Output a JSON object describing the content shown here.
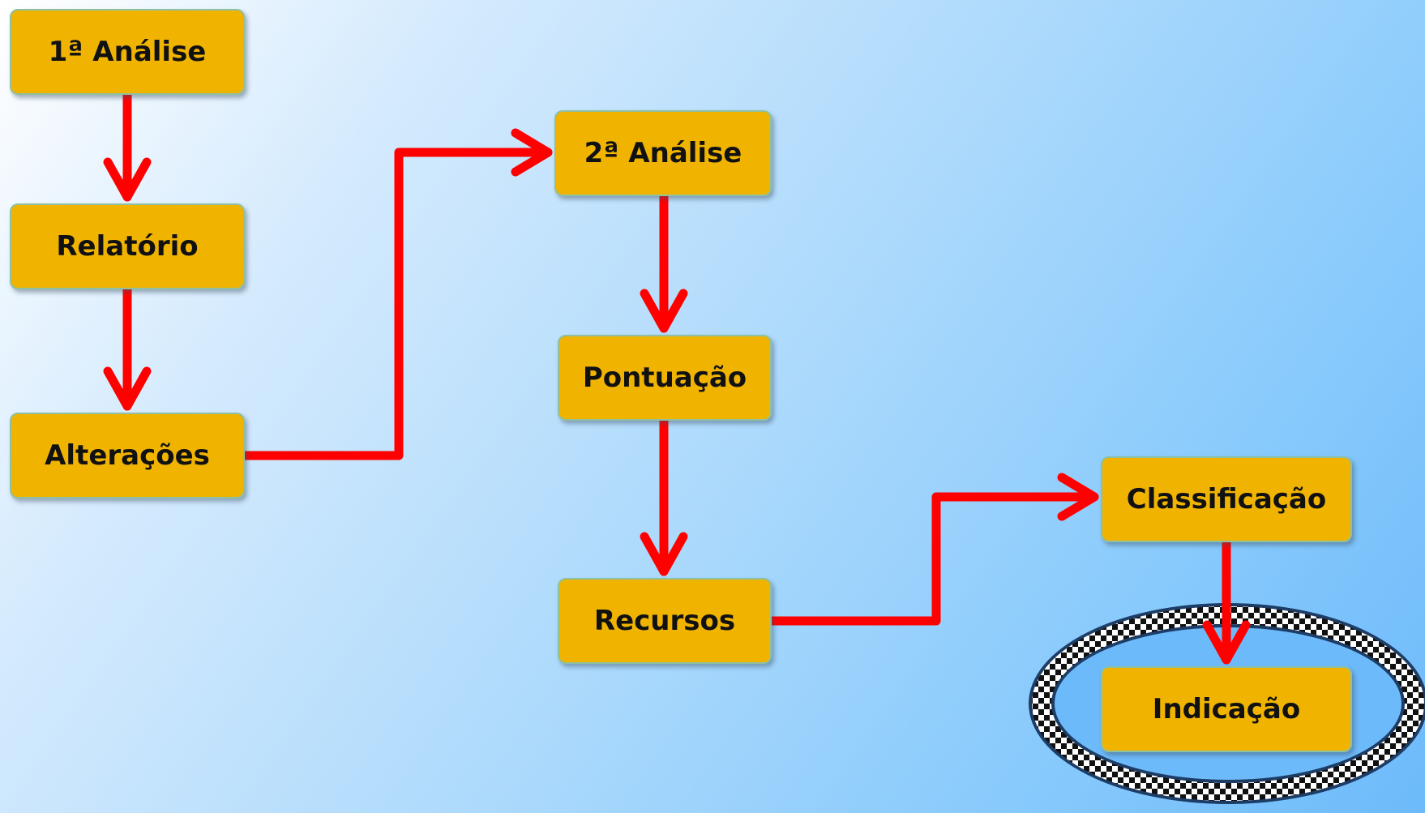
{
  "diagram": {
    "nodes": {
      "analise1": "1ª Análise",
      "relatorio": "Relatório",
      "alteracoes": "Alterações",
      "analise2": "2ª Análise",
      "pontuacao": "Pontuação",
      "recursos": "Recursos",
      "classificacao": "Classificação",
      "indicacao": "Indicação"
    },
    "edges": [
      {
        "from": "1ª Análise",
        "to": "Relatório"
      },
      {
        "from": "Relatório",
        "to": "Alterações"
      },
      {
        "from": "Alterações",
        "to": "2ª Análise"
      },
      {
        "from": "2ª Análise",
        "to": "Pontuação"
      },
      {
        "from": "Pontuação",
        "to": "Recursos"
      },
      {
        "from": "Recursos",
        "to": "Classificação"
      },
      {
        "from": "Classificação",
        "to": "Indicação"
      }
    ],
    "colors": {
      "node_fill": "#f0b400",
      "arrow": "#ff0000",
      "checker_dark": "#111111",
      "checker_light": "#ffffff"
    },
    "final_node_decoration": "checkered-ellipse"
  }
}
